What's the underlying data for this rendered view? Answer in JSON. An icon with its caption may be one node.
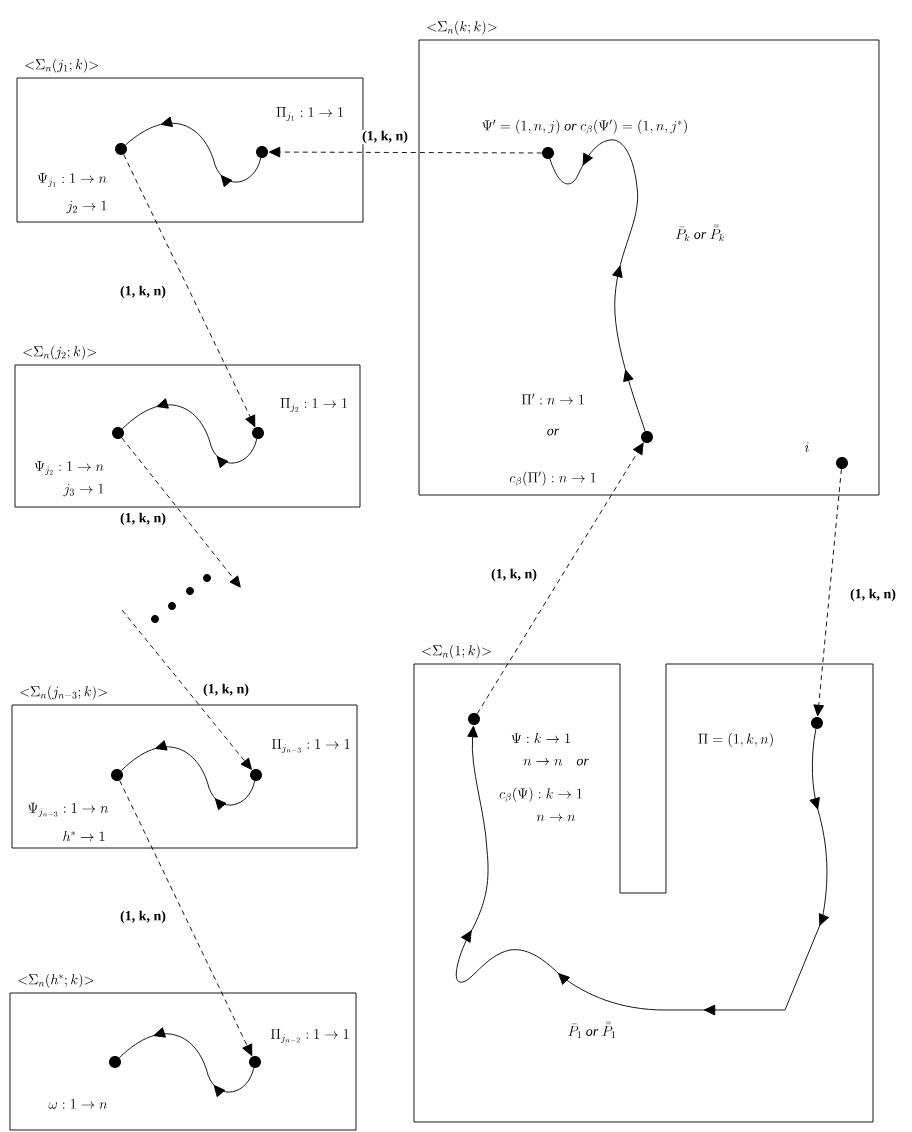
{
  "diagram": {
    "nodes": [
      {
        "text": [
          "{<}\\Sigma_n(j_1;k){>}"
        ]
      },
      {
        "text": [],
        "shape": "circle",
        "in": 0,
        "beside": [
          "\\Psi_{j_1}:1\\to n",
          "j_2\\to 1"
        ]
      },
      {
        "text": [],
        "shape": "circle",
        "in": 0,
        "beside": [
          "\\Pi_{j_1}:1\\to 1"
        ]
      },
      {
        "text": [
          "{<}\\Sigma_n(k;k){>}"
        ]
      },
      {
        "text": [],
        "shape": "circle",
        "in": 3,
        "beside": [
          "\\Psi' = (1,n,j)\\ \\mathit{or}\\ c_{\\beta}(\\Psi') = (1,n,j^{*})"
        ]
      },
      {
        "text": [],
        "shape": "circle",
        "in": 3,
        "beside": [
          "\\Pi':n\\to 1",
          "\\mathit{or}",
          "c_{\\beta}(\\Pi'):n\\to 1"
        ]
      },
      {
        "text": [],
        "shape": "circle",
        "in": 3,
        "beside": [
          "i"
        ]
      },
      {
        "text": [
          "{<}\\Sigma_n(j_2;k){>}"
        ]
      },
      {
        "text": [],
        "shape": "circle",
        "in": 7,
        "beside": [
          "\\Psi_{j_2}:1\\to n",
          "j_3\\to 1"
        ]
      },
      {
        "text": [],
        "shape": "circle",
        "in": 7,
        "beside": [
          "\\Pi_{j_2}:1\\to 1"
        ]
      },
      {
        "text": [
          "{<}\\Sigma_n(j_{n-3};k){>}"
        ]
      },
      {
        "text": [],
        "shape": "circle",
        "in": 10,
        "beside": [
          "\\Psi_{j_{n-3}}:1\\to n",
          "h^{*}\\to 1"
        ]
      },
      {
        "text": [],
        "shape": "circle",
        "in": 10,
        "beside": [
          "\\Pi_{j_{n-3}}:1\\to 1"
        ]
      },
      {
        "text": [
          "{<}\\Sigma_n(1;k){>}"
        ]
      },
      {
        "text": [],
        "shape": "circle",
        "in": 13,
        "beside": [
          "\\Psi:k\\to 1",
          "n\\to n\\quad \\mathit{or}",
          "c_{\\beta}(\\Psi):k\\to 1",
          "n\\to n"
        ]
      },
      {
        "text": [],
        "shape": "circle",
        "in": 13,
        "beside": [
          "\\Pi=(1,k,n)"
        ]
      },
      {
        "text": [
          "{<}\\Sigma_n(h^{*};k){>}"
        ]
      },
      {
        "text": [],
        "shape": "circle",
        "in": 16,
        "beside": [
          "\\omega:1\\to n"
        ]
      },
      {
        "text": [],
        "shape": "circle",
        "in": 16,
        "beside": [
          "\\Pi_{j_{n-2}}:1\\to 1"
        ]
      }
    ],
    "edges": [
      {
        "from": 4,
        "to": 2,
        "arrow": "to",
        "style": "dashed",
        "label": "(1, k, n)"
      },
      {
        "from": 2,
        "to": 1,
        "arrow": "to"
      },
      {
        "from": 5,
        "to": 4,
        "arrow": "to",
        "label": "\\bar{P}_k\\ \\mathit{or}\\ \\bar{\\bar{P}}_k"
      },
      {
        "from": 1,
        "to": 9,
        "arrow": "to",
        "style": "dashed",
        "label": "(1, k, n)"
      },
      {
        "from": 9,
        "to": 8,
        "arrow": "to"
      },
      {
        "from": 8,
        "to": null,
        "arrow": "to",
        "style": "dashed",
        "label": "(1, k, n)"
      },
      {
        "from": null,
        "to": 12,
        "arrow": "to",
        "style": "dashed",
        "label": "(1, k, n)"
      },
      {
        "from": 12,
        "to": 11,
        "arrow": "to"
      },
      {
        "from": 11,
        "to": 18,
        "arrow": "to",
        "style": "dashed",
        "label": "(1, k, n)"
      },
      {
        "from": 18,
        "to": 17,
        "arrow": "to"
      },
      {
        "from": 14,
        "to": 5,
        "arrow": "to",
        "style": "dashed",
        "label": "(1, k, n)"
      },
      {
        "from": 6,
        "to": 15,
        "arrow": "to",
        "style": "dashed",
        "label": "(1, k, n)"
      },
      {
        "from": 15,
        "to": 14,
        "arrow": "to",
        "label": "\\bar{P}_1\\ \\mathit{or}\\ \\bar{\\bar{P}}_1"
      }
    ]
  }
}
